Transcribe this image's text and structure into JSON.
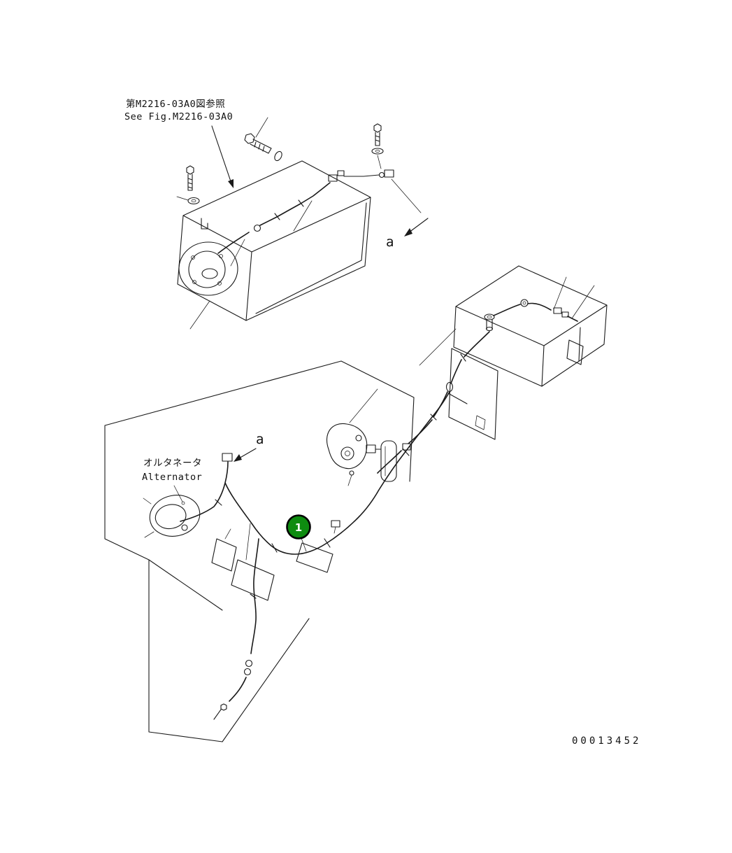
{
  "diagram": {
    "reference_note_jp": "第M2216-03A0図参照",
    "reference_note_en": "See Fig.M2216-03A0",
    "alternator_label_jp": "オルタネータ",
    "alternator_label_en": "Alternator",
    "view_label_upper": "a",
    "view_label_lower": "a",
    "callout_number": "1",
    "callout_color": "#0e8c10",
    "line_color": "#1a1a1a",
    "background_color": "#ffffff",
    "drawing_number": "00013452"
  }
}
